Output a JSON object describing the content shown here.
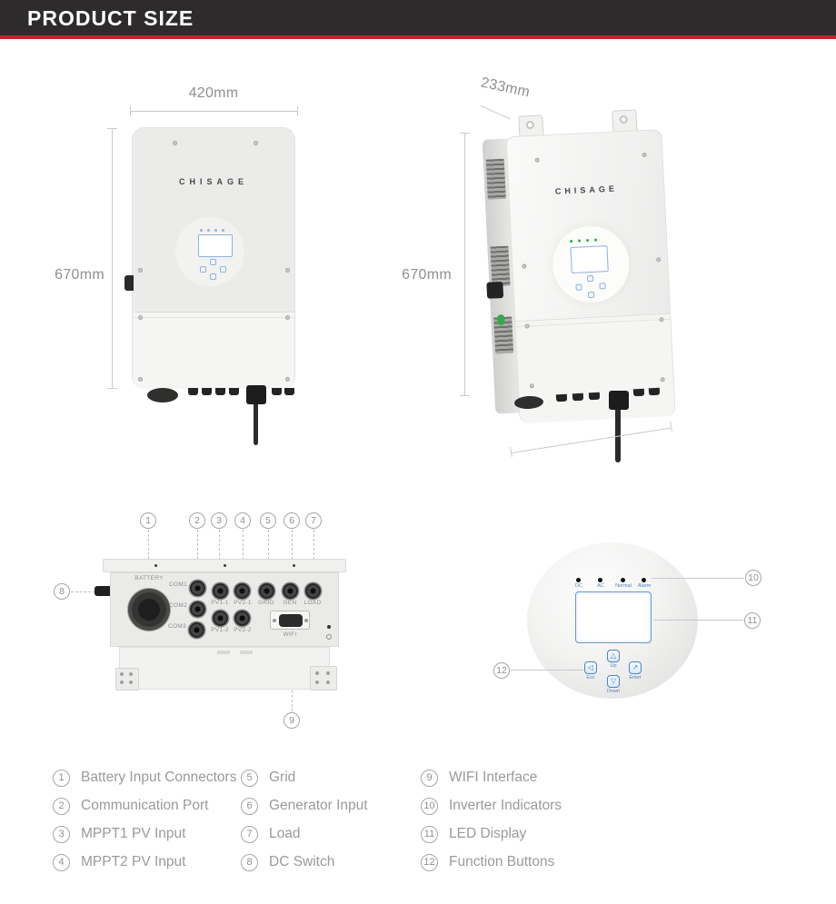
{
  "header": {
    "title": "PRODUCT SIZE"
  },
  "front_view": {
    "brand": "CHISAGE",
    "width_label": "420mm",
    "height_label": "670mm"
  },
  "side_view": {
    "brand": "CHISAGE",
    "depth_label": "233mm",
    "height_label": "670mm"
  },
  "bottom_view": {
    "callouts": {
      "c1": "1",
      "c2": "2",
      "c3": "3",
      "c4": "4",
      "c5": "5",
      "c6": "6",
      "c7": "7",
      "c8": "8",
      "c9": "9"
    },
    "labels": {
      "battery": "BATTERY",
      "com1": "COM1",
      "com2": "COM2",
      "com3": "COM3",
      "pv1_1": "PV1-1",
      "pv1_2": "PV1-2",
      "pv2_1": "PV2-1",
      "pv2_2": "PV2-2",
      "grid": "GRID",
      "gen": "GEN",
      "load": "LOAD",
      "wifi": "WIFI"
    }
  },
  "panel_view": {
    "callouts": {
      "c10": "10",
      "c11": "11",
      "c12": "12"
    },
    "led_labels": [
      "DC",
      "AC",
      "Normal",
      "Alarm"
    ],
    "buttons": {
      "up": {
        "glyph": "△",
        "label": "Up"
      },
      "esc": {
        "glyph": "◁",
        "label": "Esc"
      },
      "enter": {
        "glyph": "↗",
        "label": "Enter"
      },
      "down": {
        "glyph": "▽",
        "label": "Down"
      }
    }
  },
  "legend": {
    "items": [
      {
        "num": "1",
        "label": "Battery Input Connectors"
      },
      {
        "num": "2",
        "label": "Communication Port"
      },
      {
        "num": "3",
        "label": "MPPT1 PV Input"
      },
      {
        "num": "4",
        "label": "MPPT2 PV Input"
      },
      {
        "num": "5",
        "label": "Grid"
      },
      {
        "num": "6",
        "label": "Generator Input"
      },
      {
        "num": "7",
        "label": "Load"
      },
      {
        "num": "8",
        "label": "DC Switch"
      },
      {
        "num": "9",
        "label": "WIFI Interface"
      },
      {
        "num": "10",
        "label": "Inverter Indicators"
      },
      {
        "num": "11",
        "label": "LED Display"
      },
      {
        "num": "12",
        "label": "Function Buttons"
      }
    ]
  },
  "colors": {
    "header_bg": "#2e2b2c",
    "accent_red": "#c9232a",
    "panel_blue": "#4d82c4",
    "led_green": "#3aa94d"
  }
}
